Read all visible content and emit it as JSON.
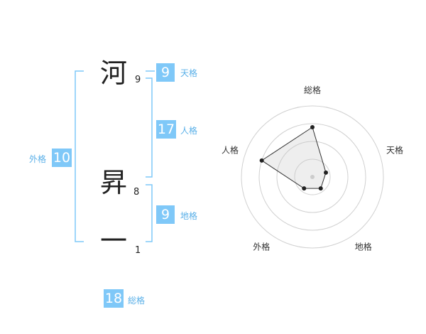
{
  "name_chars": [
    {
      "char": "河",
      "strokes": "9"
    },
    {
      "char": "昇",
      "strokes": "8"
    },
    {
      "char": "一",
      "strokes": "1"
    }
  ],
  "kaku": {
    "tenkaku": {
      "value": "9",
      "label": "天格"
    },
    "jinkaku": {
      "value": "17",
      "label": "人格"
    },
    "chikaku": {
      "value": "9",
      "label": "地格"
    },
    "gaikaku": {
      "value": "10",
      "label": "外格"
    },
    "soukaku": {
      "value": "18",
      "label": "総格"
    }
  },
  "colors": {
    "accent": "#7fc8f8",
    "bracket": "#7fc8f8",
    "text": "#222222"
  },
  "chart_data": {
    "type": "radar",
    "axes": [
      "総格",
      "天格",
      "地格",
      "外格",
      "人格"
    ],
    "values": [
      0.7,
      0.2,
      0.2,
      0.2,
      0.75
    ],
    "rings": 4,
    "grid": true
  }
}
